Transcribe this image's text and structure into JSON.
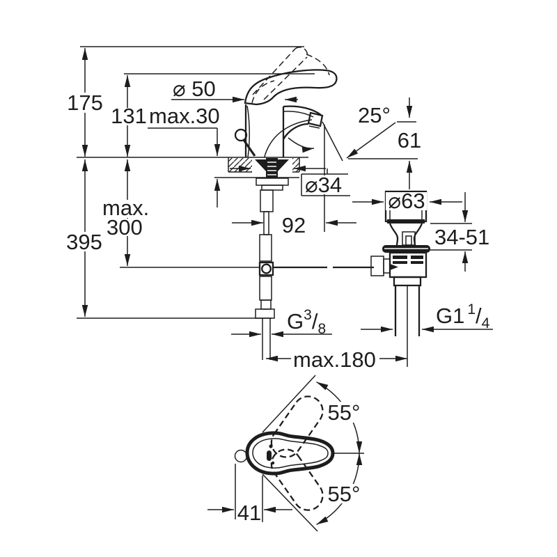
{
  "drawing": {
    "type": "technical-dimension-drawing",
    "subject": "single-lever basin mixer with pop-up waste, front view and handle top view",
    "colors": {
      "ink": "#1d1d1d",
      "background": "#ffffff"
    },
    "labels": {
      "overall_height": "175",
      "body_height": "131",
      "deck_thickness": "max.30",
      "base_diameter": "⌀ 50",
      "aerator_angle": "25°",
      "spout_outlet_height": "61",
      "shank_diameter": "⌀34",
      "hose_length_line1": "max.",
      "hose_length_line2": "300",
      "total_depth_below": "395",
      "spout_projection": "92",
      "waste_diameter": "⌀63",
      "basin_thickness_range": "34-51",
      "supply_thread": {
        "base": "G",
        "numerator": "3",
        "slash": "/",
        "denominator": "8"
      },
      "waste_thread": {
        "base": "G1",
        "numerator": "1",
        "slash": "/",
        "denominator": "4"
      },
      "max_centre_distance": "max.180",
      "handle_swing_upper": "55°",
      "handle_swing_lower": "55°",
      "handle_pivot_offset": "41"
    }
  }
}
